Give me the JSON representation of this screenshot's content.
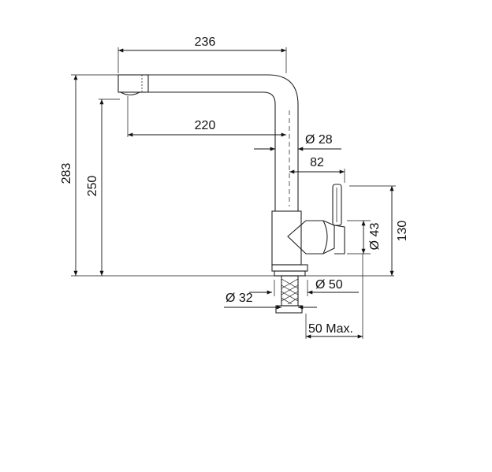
{
  "dimensions": {
    "total_reach": "236",
    "spout_reach": "220",
    "total_height": "283",
    "spout_height": "250",
    "spout_diameter": "Ø 28",
    "lever_offset": "82",
    "body_diameter": "Ø 43",
    "body_height": "130",
    "base_diameter": "Ø 50",
    "thread_diameter": "Ø 32",
    "max_deck_thickness": "50 Max."
  }
}
